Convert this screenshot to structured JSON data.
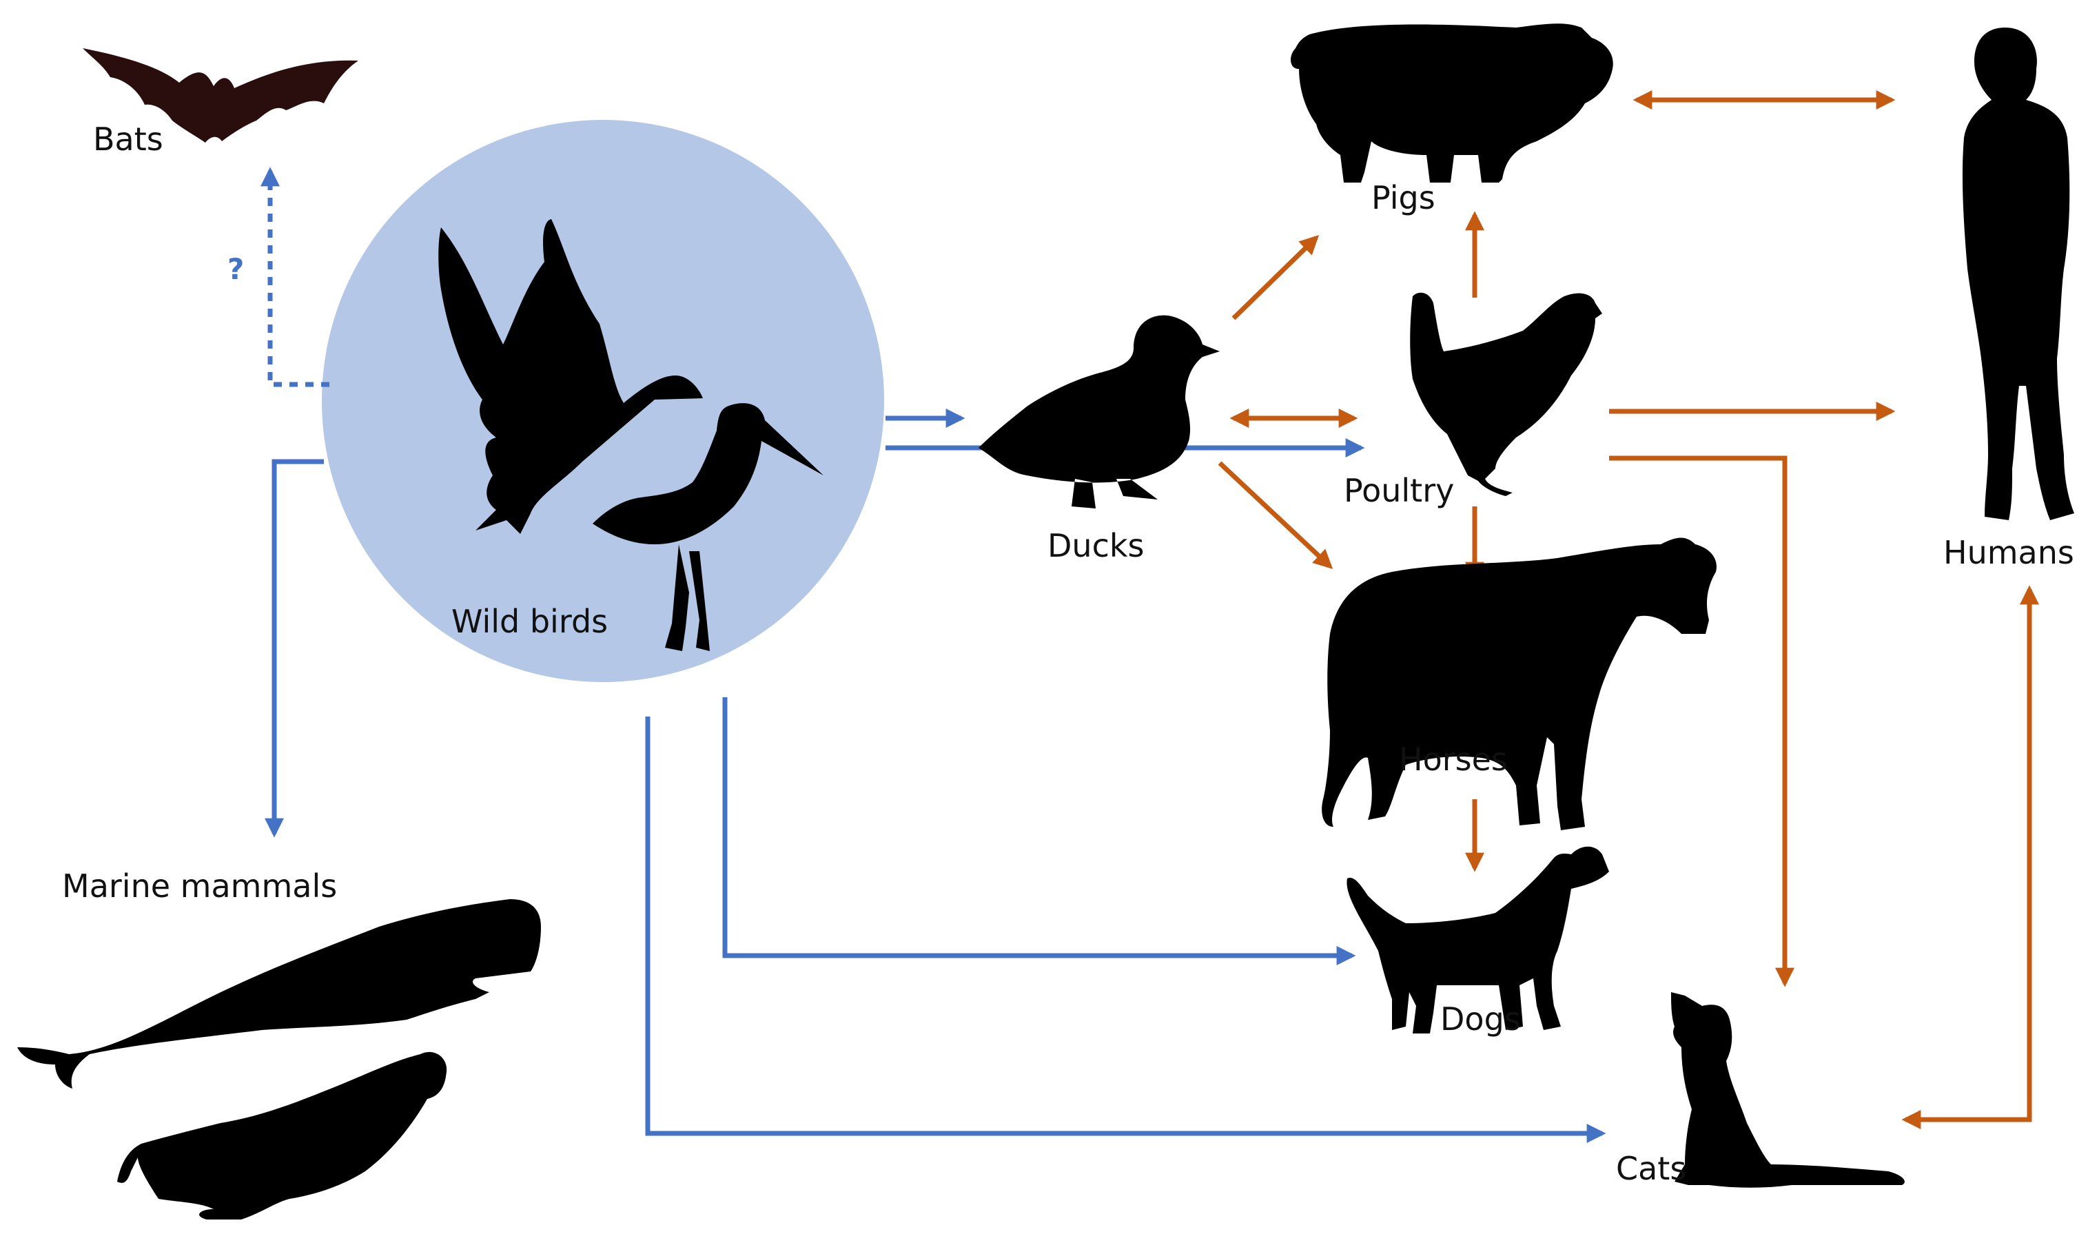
{
  "diagram": {
    "nodes": {
      "bats": "Bats",
      "wild_birds": "Wild birds",
      "marine_mammals": "Marine mammals",
      "ducks": "Ducks",
      "pigs": "Pigs",
      "poultry": "Poultry",
      "horses": "Horses",
      "dogs": "Dogs",
      "cats": "Cats",
      "humans": "Humans"
    },
    "uncertain_marker": "?",
    "colors": {
      "wild_bird_transmission": "#4472c4",
      "domestic_transmission": "#c55a11",
      "wild_birds_circle": "#b4c7e7",
      "silhouette": "#000000",
      "bat": "#2a0d0d"
    },
    "edges": [
      {
        "from": "wild_birds",
        "to": "bats",
        "type": "uncertain"
      },
      {
        "from": "wild_birds",
        "to": "marine_mammals",
        "type": "wild"
      },
      {
        "from": "wild_birds",
        "to": "ducks",
        "type": "wild"
      },
      {
        "from": "wild_birds",
        "to": "poultry",
        "type": "wild"
      },
      {
        "from": "wild_birds",
        "to": "dogs",
        "type": "wild"
      },
      {
        "from": "wild_birds",
        "to": "cats",
        "type": "wild"
      },
      {
        "from": "ducks",
        "to": "pigs",
        "type": "domestic"
      },
      {
        "from": "ducks",
        "to": "poultry",
        "type": "domestic",
        "bidirectional": true
      },
      {
        "from": "ducks",
        "to": "horses",
        "type": "domestic"
      },
      {
        "from": "poultry",
        "to": "pigs",
        "type": "domestic"
      },
      {
        "from": "poultry",
        "to": "horses",
        "type": "domestic"
      },
      {
        "from": "poultry",
        "to": "humans",
        "type": "domestic"
      },
      {
        "from": "poultry",
        "to": "cats",
        "type": "domestic"
      },
      {
        "from": "pigs",
        "to": "humans",
        "type": "domestic",
        "bidirectional": true
      },
      {
        "from": "horses",
        "to": "dogs",
        "type": "domestic"
      },
      {
        "from": "cats",
        "to": "humans",
        "type": "domestic",
        "bidirectional": true
      }
    ]
  }
}
